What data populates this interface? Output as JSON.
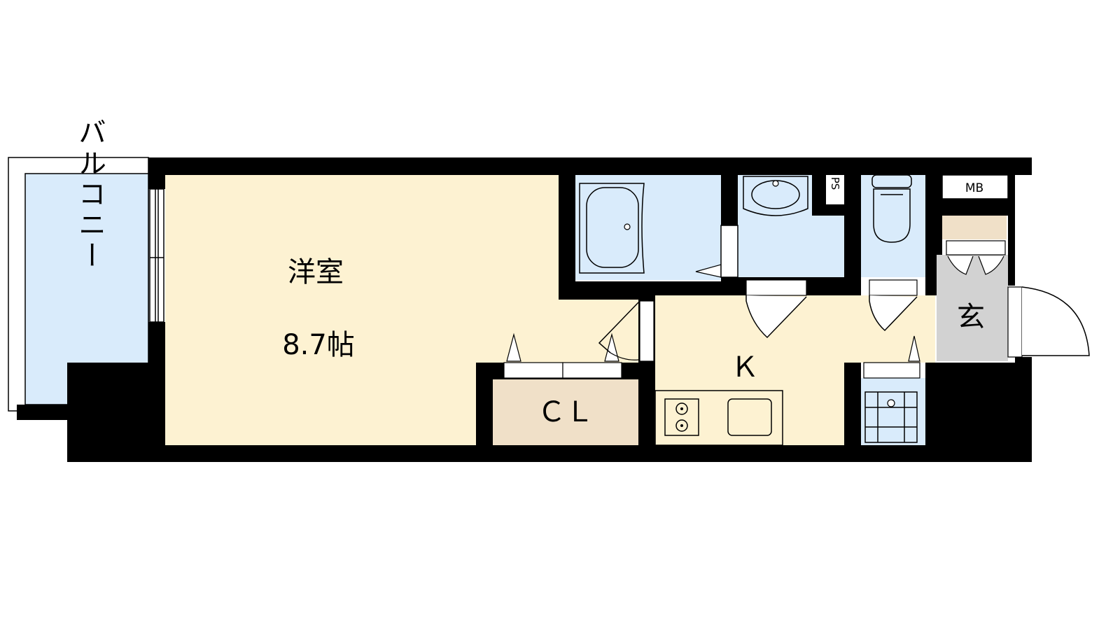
{
  "floor_plan": {
    "rooms": {
      "balcony": "バルコニー",
      "western_room_name": "洋室",
      "western_room_size": "8.7帖",
      "closet": "ＣＬ",
      "kitchen": "Ｋ",
      "entrance": "玄",
      "pipe_space": "PS",
      "meter_box": "MB"
    },
    "colors": {
      "wall": "#000000",
      "room_floor": "#fdf2d2",
      "wet_area": "#d9ebfb",
      "closet": "#f0e0c8",
      "entrance": "#d2d2d2",
      "shoe_box": "#f0e0c8",
      "background": "#ffffff"
    }
  }
}
